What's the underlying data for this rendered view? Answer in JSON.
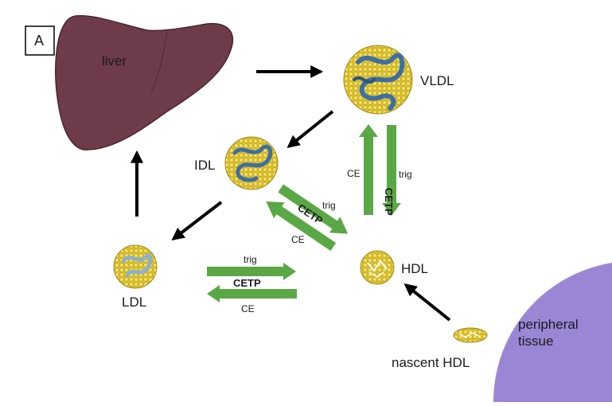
{
  "panel_label": "A",
  "nodes": {
    "liver": "liver",
    "vldl": "VLDL",
    "idl": "IDL",
    "ldl": "LDL",
    "hdl": "HDL",
    "nascent_hdl": "nascent HDL",
    "peripheral_tissue_line1": "peripheral",
    "peripheral_tissue_line2": "tissue"
  },
  "exchanges": {
    "vldl_hdl": {
      "enzyme": "CETP",
      "to_hdl": "trig",
      "to_vldl": "CE"
    },
    "idl_hdl": {
      "enzyme": "CETP",
      "to_hdl": "trig",
      "to_idl": "CE"
    },
    "ldl_hdl": {
      "enzyme": "CETP",
      "to_hdl": "trig",
      "to_ldl": "CE"
    }
  },
  "colors": {
    "liver": "#6e3b4a",
    "tissue": "#9b86d6",
    "exchange_arrow": "#5aa845",
    "flow_arrow": "#000000",
    "particle_shell": "#e3c93a",
    "particle_core": "#3d6fa3"
  }
}
